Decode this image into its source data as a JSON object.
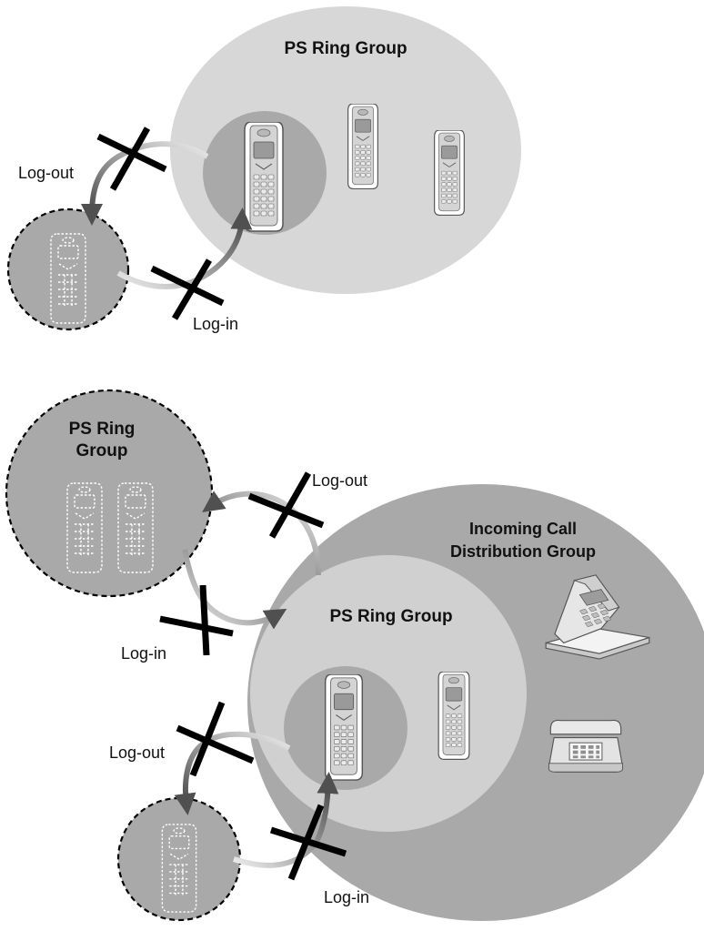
{
  "colors": {
    "group_large": "#d7d7d7",
    "group_medium": "#a9a9a9",
    "group_inner_light": "#cfcfcf",
    "cross": "#000000",
    "arrow_dark": "#555555",
    "arrow_light": "#e6e6e6"
  },
  "icons": {
    "handset": "portable-station-icon",
    "handset_absent": "portable-station-outline-icon",
    "desk_phone": "desk-phone-icon",
    "single_line_phone": "single-line-telephone-icon",
    "blocked": "cross-mark-icon"
  },
  "top": {
    "group_label": "PS Ring Group",
    "logout_label": "Log-out",
    "login_label": "Log-in"
  },
  "bottom": {
    "outer_group_label_line1": "Incoming Call",
    "outer_group_label_line2": "Distribution Group",
    "inner_group_label": "PS Ring Group",
    "separate_group_label_line1": "PS Ring",
    "separate_group_label_line2": "Group",
    "upper_logout_label": "Log-out",
    "upper_login_label": "Log-in",
    "lower_logout_label": "Log-out",
    "lower_login_label": "Log-in"
  }
}
